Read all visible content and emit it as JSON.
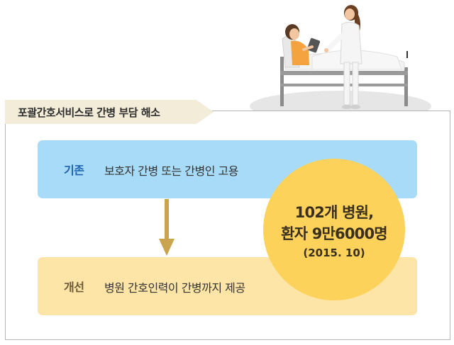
{
  "header": {
    "title": "포괄간호서비스로 간병 부담 해소"
  },
  "current": {
    "tag": "기존",
    "text": "보호자 간병 또는 간병인 고용"
  },
  "improved": {
    "tag": "개선",
    "text": "병원 간호인력이 간병까지 제공"
  },
  "highlight": {
    "line1": "102개 병원,",
    "line2": "환자 9만6000명",
    "line3": "(2015. 10)"
  },
  "colors": {
    "current_bg": "#a8dbf7",
    "improved_bg": "#fde4a7",
    "circle": "#fdd25a",
    "arrow": "#c9a34d",
    "tab": "#f2ecd8"
  },
  "illustration": {
    "icons": [
      "hospital-bed-icon",
      "patient-icon",
      "nurse-icon"
    ]
  }
}
